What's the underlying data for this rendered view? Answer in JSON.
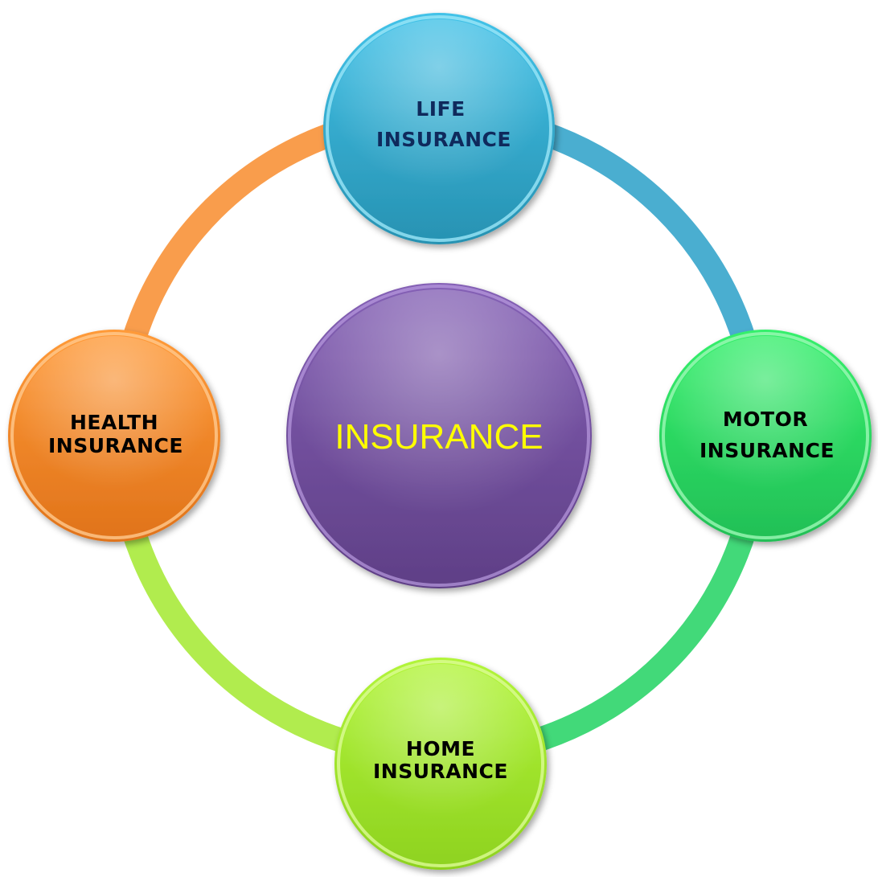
{
  "diagram": {
    "center": {
      "label": "INSURANCE",
      "color_top": "#8460b5",
      "color_bottom": "#5f3f86",
      "text_color": "#ffff00"
    },
    "nodes": [
      {
        "id": "life",
        "line1": "LIFE",
        "line2": "INSURANCE",
        "color_top": "#42c2e8",
        "color_bottom": "#2792b2",
        "text_color": "#0f2a5c"
      },
      {
        "id": "motor",
        "line1": "MOTOR",
        "line2": "INSURANCE",
        "color_top": "#35f06c",
        "color_bottom": "#22bf56",
        "text_color": "#000000"
      },
      {
        "id": "home",
        "line1": "HOME",
        "line2": "INSURANCE",
        "color_top": "#b2f53a",
        "color_bottom": "#8ed21f",
        "text_color": "#000000"
      },
      {
        "id": "health",
        "line1": "HEALTH",
        "line2": "INSURANCE",
        "color_top": "#ff9a38",
        "color_bottom": "#e0731a",
        "text_color": "#000000"
      }
    ],
    "ring_colors": {
      "life_to_motor": "#4aaed0",
      "motor_to_home": "#42d979",
      "home_to_health": "#b1ec4e",
      "health_to_life": "#f99d4c"
    }
  }
}
